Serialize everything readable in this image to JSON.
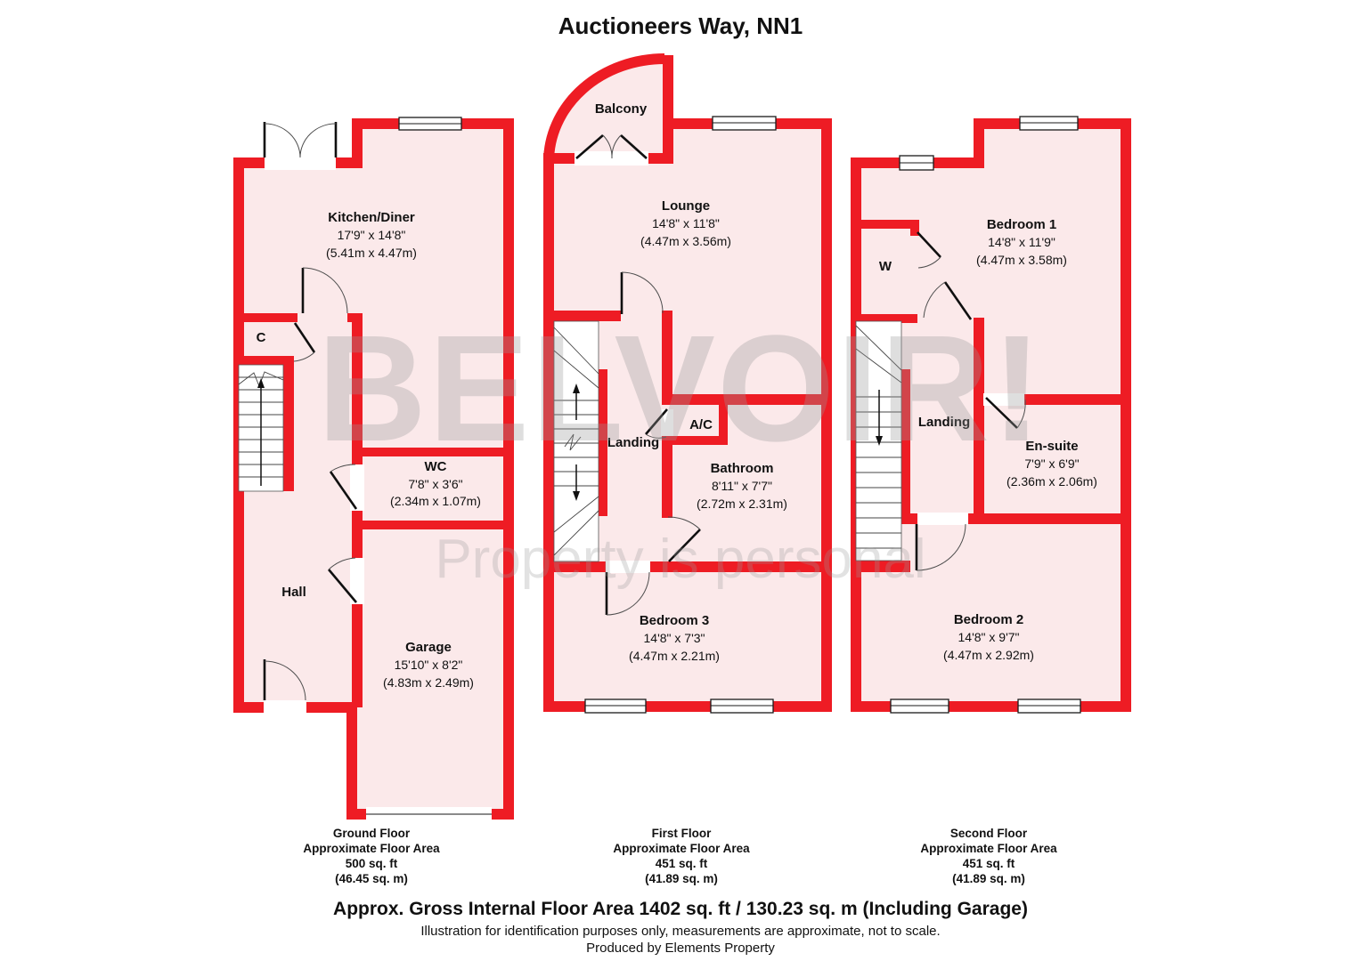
{
  "title": "Auctioneers Way, NN1",
  "colors": {
    "wall_red": "#ee1c24",
    "room_pink": "#fbe9ea",
    "watermark_gray": "#9a9a9a"
  },
  "watermark": {
    "brand": "BELVOIR!",
    "tagline": "Property is personal"
  },
  "floors": {
    "ground": {
      "floor_label": "Ground Floor",
      "area_label": "Approximate Floor Area",
      "area_imperial": "500 sq. ft",
      "area_metric": "(46.45 sq. m)",
      "rooms": {
        "kitchen": {
          "name": "Kitchen/Diner",
          "imperial": "17'9\" x 14'8\"",
          "metric": "(5.41m x 4.47m)"
        },
        "closet": {
          "name": "C"
        },
        "wc": {
          "name": "WC",
          "imperial": "7'8\" x 3'6\"",
          "metric": "(2.34m x 1.07m)"
        },
        "hall": {
          "name": "Hall"
        },
        "garage": {
          "name": "Garage",
          "imperial": "15'10\" x 8'2\"",
          "metric": "(4.83m x 2.49m)"
        }
      }
    },
    "first": {
      "floor_label": "First Floor",
      "area_label": "Approximate Floor Area",
      "area_imperial": "451 sq. ft",
      "area_metric": "(41.89 sq. m)",
      "rooms": {
        "balcony": {
          "name": "Balcony"
        },
        "lounge": {
          "name": "Lounge",
          "imperial": "14'8\" x 11'8\"",
          "metric": "(4.47m x 3.56m)"
        },
        "landing": {
          "name": "Landing"
        },
        "ac": {
          "name": "A/C"
        },
        "bathroom": {
          "name": "Bathroom",
          "imperial": "8'11\" x 7'7\"",
          "metric": "(2.72m x 2.31m)"
        },
        "bedroom3": {
          "name": "Bedroom 3",
          "imperial": "14'8\" x 7'3\"",
          "metric": "(4.47m x 2.21m)"
        }
      }
    },
    "second": {
      "floor_label": "Second Floor",
      "area_label": "Approximate Floor Area",
      "area_imperial": "451 sq. ft",
      "area_metric": "(41.89 sq. m)",
      "rooms": {
        "bedroom1": {
          "name": "Bedroom 1",
          "imperial": "14'8\" x 11'9\"",
          "metric": "(4.47m x 3.58m)"
        },
        "wardrobe": {
          "name": "W"
        },
        "landing": {
          "name": "Landing"
        },
        "ensuite": {
          "name": "En-suite",
          "imperial": "7'9\" x 6'9\"",
          "metric": "(2.36m x 2.06m)"
        },
        "bedroom2": {
          "name": "Bedroom 2",
          "imperial": "14'8\" x 9'7\"",
          "metric": "(4.47m x 2.92m)"
        }
      }
    }
  },
  "footer": {
    "summary": "Approx. Gross Internal Floor Area 1402 sq. ft / 130.23 sq. m (Including Garage)",
    "disclaimer": "Illustration for identification purposes only, measurements are approximate, not to scale.",
    "produced_by": "Produced by Elements Property"
  }
}
